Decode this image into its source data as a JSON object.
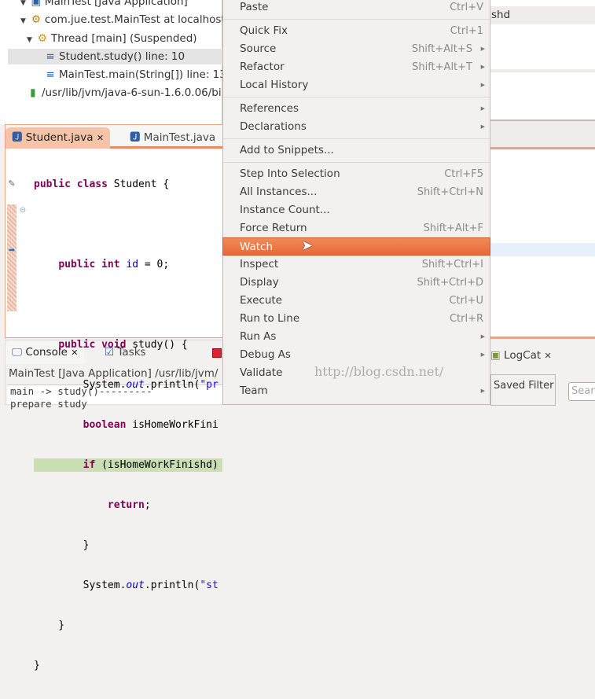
{
  "debug_tree": {
    "items": [
      {
        "label": "MainTest [Java Application]",
        "icon": "java-app-icon"
      },
      {
        "label": "com.jue.test.MainTest at localhost",
        "icon": "gears-icon"
      },
      {
        "label": "Thread [main] (Suspended)",
        "icon": "thread-icon"
      },
      {
        "label": "Student.study() line: 10",
        "icon": "stack-frame-icon"
      },
      {
        "label": "MainTest.main(String[]) line: 13",
        "icon": "stack-frame-icon"
      },
      {
        "label": "/usr/lib/jvm/java-6-sun-1.6.0.06/bi",
        "icon": "process-icon"
      }
    ]
  },
  "editor": {
    "tabs": [
      {
        "label": "Student.java",
        "active": true
      },
      {
        "label": "MainTest.java",
        "active": false
      }
    ],
    "lines": [
      "public class Student {",
      "",
      "    public int id = 0;",
      "",
      "    public void study() {",
      "        System.out.println(\"pr",
      "        boolean isHomeWorkFini",
      "        if (isHomeWorkFinishd)",
      "            return;",
      "        }",
      "        System.out.println(\"st",
      "    }",
      "}"
    ],
    "highlight_color": "#c9dfb3",
    "right_fragment": "shd"
  },
  "console": {
    "tabs": [
      {
        "label": "Console"
      },
      {
        "label": "Tasks"
      }
    ],
    "description": "MainTest [Java Application] /usr/lib/jvm/",
    "output": [
      "main -> study()---------",
      "prepare study"
    ]
  },
  "logcat": {
    "tab": "LogCat",
    "saved_filter": "Saved Filter",
    "search_placeholder": "Sear"
  },
  "context_menu": {
    "accent": "#ec7a48",
    "groups": [
      [
        {
          "label": "Paste",
          "shortcut": "Ctrl+V"
        }
      ],
      [
        {
          "label": "Quick Fix",
          "shortcut": "Ctrl+1"
        },
        {
          "label": "Source",
          "shortcut": "Shift+Alt+S",
          "submenu": true
        },
        {
          "label": "Refactor",
          "shortcut": "Shift+Alt+T",
          "submenu": true
        },
        {
          "label": "Local History",
          "shortcut": "",
          "submenu": true
        }
      ],
      [
        {
          "label": "References",
          "shortcut": "",
          "submenu": true
        },
        {
          "label": "Declarations",
          "shortcut": "",
          "submenu": true
        }
      ],
      [
        {
          "label": "Add to Snippets...",
          "shortcut": ""
        }
      ],
      [
        {
          "label": "Step Into Selection",
          "shortcut": "Ctrl+F5"
        },
        {
          "label": "All Instances...",
          "shortcut": "Shift+Ctrl+N"
        },
        {
          "label": "Instance Count...",
          "shortcut": ""
        },
        {
          "label": "Force Return",
          "shortcut": "Shift+Alt+F"
        },
        {
          "label": "Watch",
          "shortcut": "",
          "active": true
        },
        {
          "label": "Inspect",
          "shortcut": "Shift+Ctrl+I"
        },
        {
          "label": "Display",
          "shortcut": "Shift+Ctrl+D"
        },
        {
          "label": "Execute",
          "shortcut": "Ctrl+U"
        },
        {
          "label": "Run to Line",
          "shortcut": "Ctrl+R"
        },
        {
          "label": "Run As",
          "shortcut": "",
          "submenu": true
        },
        {
          "label": "Debug As",
          "shortcut": "",
          "submenu": true
        },
        {
          "label": "Validate",
          "shortcut": ""
        },
        {
          "label": "Team",
          "shortcut": "",
          "submenu": true
        }
      ]
    ]
  },
  "watermark": "http://blog.csdn.net/"
}
